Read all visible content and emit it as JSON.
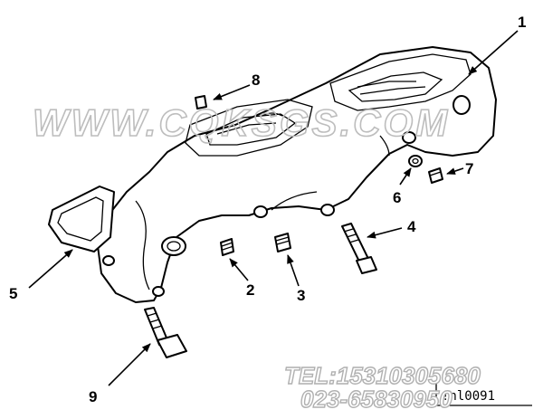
{
  "diagram": {
    "callouts": [
      "1",
      "2",
      "3",
      "4",
      "5",
      "6",
      "7",
      "8",
      "9"
    ],
    "part_number": "!nl0091",
    "watermark": "WWW.CQKSGS.COM",
    "contact_tel": "TEL:15310305680",
    "contact_phone": "023-65830950"
  }
}
